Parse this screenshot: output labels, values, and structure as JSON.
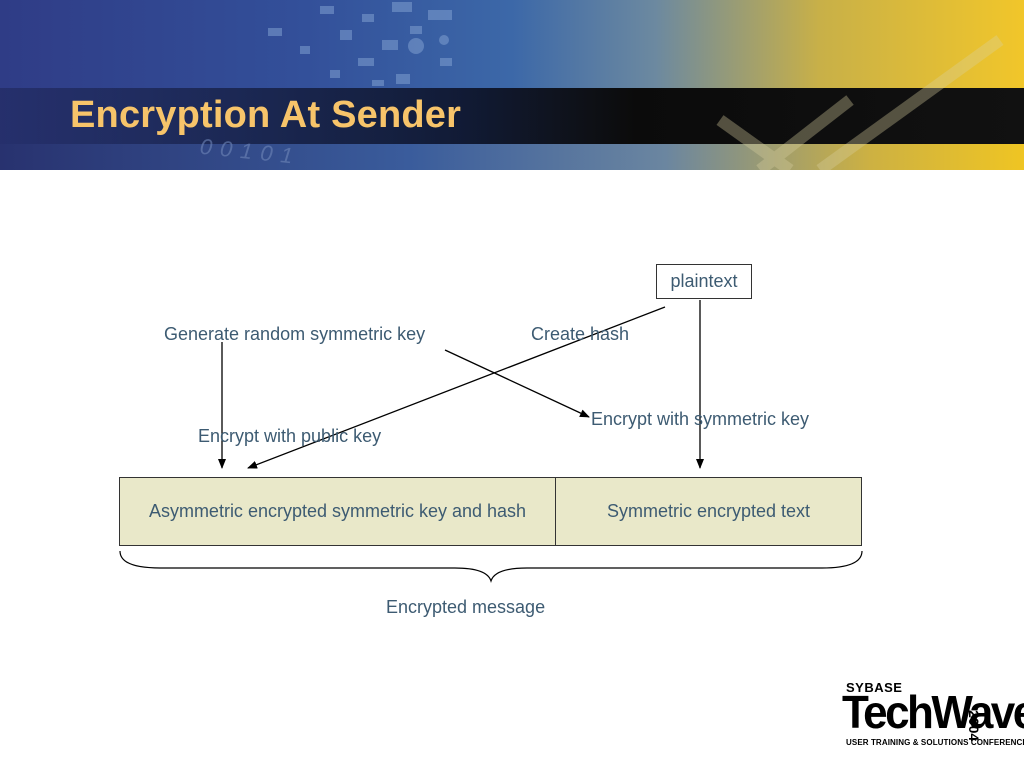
{
  "slide": {
    "title": "Encryption At Sender"
  },
  "diagram": {
    "plaintext_label": "plaintext",
    "generate_key_label": "Generate random symmetric key",
    "create_hash_label": "Create hash",
    "encrypt_symmetric_label": "Encrypt with symmetric key",
    "encrypt_public_label": "Encrypt with public key",
    "left_cell_label": "Asymmetric encrypted symmetric key and hash",
    "right_cell_label": "Symmetric encrypted text",
    "brace_label": "Encrypted message"
  },
  "header_decor": {
    "digits": "00101"
  },
  "logo": {
    "brand": "SYBASE",
    "product": "TechWave",
    "year": "2004",
    "tagline": "USER TRAINING & SOLUTIONS CONFERENCE"
  },
  "colors": {
    "title": "#f7c46a",
    "text": "#3d5b72",
    "cell_fill": "#e9e8c9"
  }
}
